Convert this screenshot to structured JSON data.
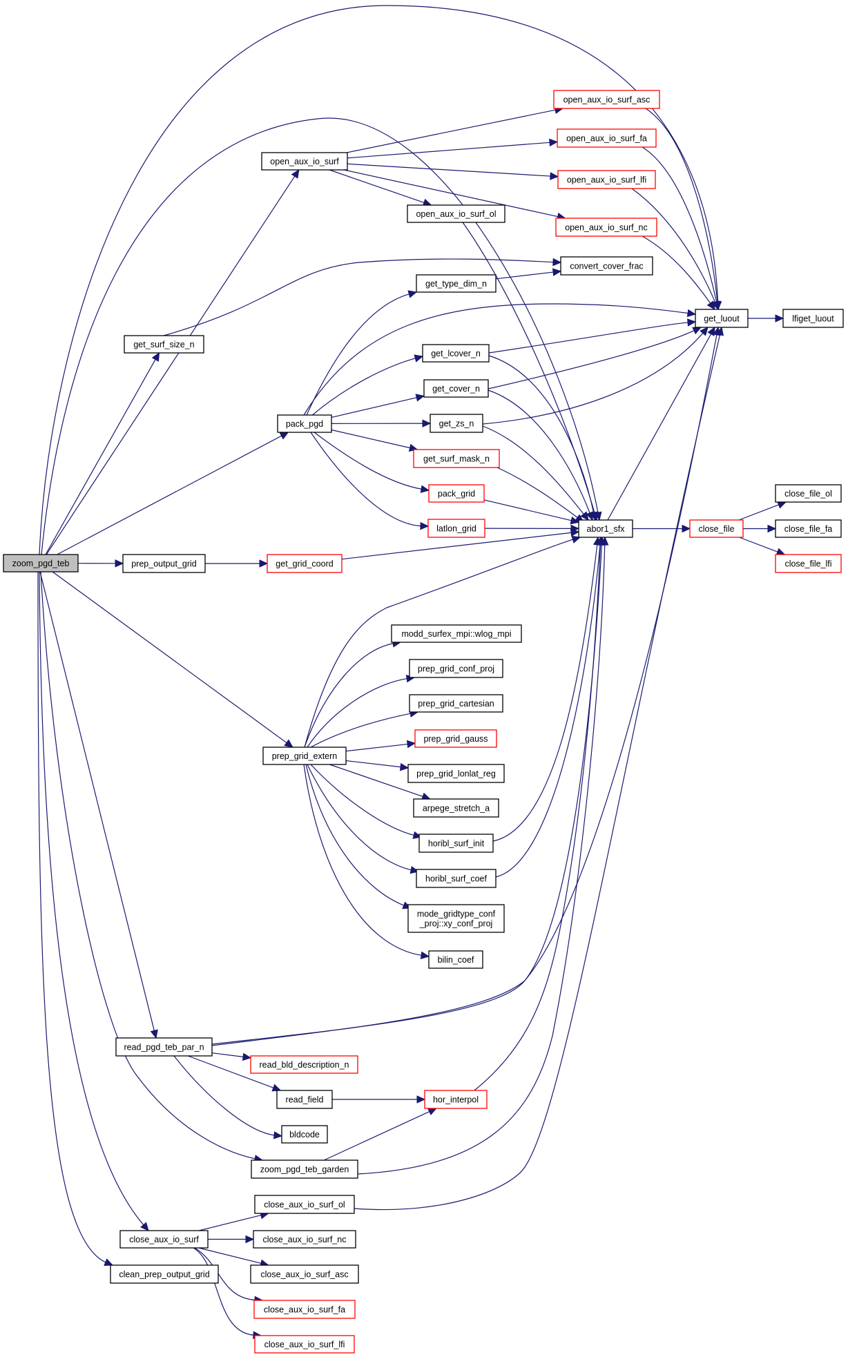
{
  "diagram": {
    "type": "call-graph",
    "root": "zoom_pgd_teb",
    "colors": {
      "edge": "#191970",
      "node_border": "#000000",
      "node_border_incomplete": "#ff0000",
      "root_fill": "#bfbfbf",
      "node_fill": "#ffffff"
    },
    "nodes": [
      {
        "id": "zoom_pgd_teb",
        "label": "zoom_pgd_teb",
        "style": "root"
      },
      {
        "id": "open_aux_io_surf",
        "label": "open_aux_io_surf",
        "style": "normal"
      },
      {
        "id": "open_aux_io_surf_asc",
        "label": "open_aux_io_surf_asc",
        "style": "incomplete"
      },
      {
        "id": "open_aux_io_surf_fa",
        "label": "open_aux_io_surf_fa",
        "style": "incomplete"
      },
      {
        "id": "open_aux_io_surf_lfi",
        "label": "open_aux_io_surf_lfi",
        "style": "incomplete"
      },
      {
        "id": "open_aux_io_surf_nc",
        "label": "open_aux_io_surf_nc",
        "style": "incomplete"
      },
      {
        "id": "open_aux_io_surf_ol",
        "label": "open_aux_io_surf_ol",
        "style": "normal"
      },
      {
        "id": "convert_cover_frac",
        "label": "convert_cover_frac",
        "style": "normal"
      },
      {
        "id": "get_type_dim_n",
        "label": "get_type_dim_n",
        "style": "normal"
      },
      {
        "id": "get_luout",
        "label": "get_luout",
        "style": "normal"
      },
      {
        "id": "lfiget_luout",
        "label": "lfiget_luout",
        "style": "normal"
      },
      {
        "id": "get_surf_size_n",
        "label": "get_surf_size_n",
        "style": "normal"
      },
      {
        "id": "get_lcover_n",
        "label": "get_lcover_n",
        "style": "normal"
      },
      {
        "id": "get_cover_n",
        "label": "get_cover_n",
        "style": "normal"
      },
      {
        "id": "pack_pgd",
        "label": "pack_pgd",
        "style": "normal"
      },
      {
        "id": "get_zs_n",
        "label": "get_zs_n",
        "style": "normal"
      },
      {
        "id": "get_surf_mask_n",
        "label": "get_surf_mask_n",
        "style": "incomplete"
      },
      {
        "id": "pack_grid",
        "label": "pack_grid",
        "style": "incomplete"
      },
      {
        "id": "latlon_grid",
        "label": "latlon_grid",
        "style": "incomplete"
      },
      {
        "id": "abor1_sfx",
        "label": "abor1_sfx",
        "style": "normal"
      },
      {
        "id": "close_file",
        "label": "close_file",
        "style": "incomplete"
      },
      {
        "id": "close_file_ol",
        "label": "close_file_ol",
        "style": "normal"
      },
      {
        "id": "close_file_fa",
        "label": "close_file_fa",
        "style": "normal"
      },
      {
        "id": "close_file_lfi",
        "label": "close_file_lfi",
        "style": "incomplete"
      },
      {
        "id": "prep_output_grid",
        "label": "prep_output_grid",
        "style": "normal"
      },
      {
        "id": "get_grid_coord",
        "label": "get_grid_coord",
        "style": "incomplete"
      },
      {
        "id": "wlog_mpi",
        "label": "modd_surfex_mpi::wlog_mpi",
        "style": "normal"
      },
      {
        "id": "prep_grid_conf_proj",
        "label": "prep_grid_conf_proj",
        "style": "normal"
      },
      {
        "id": "prep_grid_cartesian",
        "label": "prep_grid_cartesian",
        "style": "normal"
      },
      {
        "id": "prep_grid_gauss",
        "label": "prep_grid_gauss",
        "style": "incomplete"
      },
      {
        "id": "prep_grid_extern",
        "label": "prep_grid_extern",
        "style": "normal"
      },
      {
        "id": "prep_grid_lonlat_reg",
        "label": "prep_grid_lonlat_reg",
        "style": "normal"
      },
      {
        "id": "arpege_stretch_a",
        "label": "arpege_stretch_a",
        "style": "normal"
      },
      {
        "id": "horibl_surf_init",
        "label": "horibl_surf_init",
        "style": "normal"
      },
      {
        "id": "horibl_surf_coef",
        "label": "horibl_surf_coef",
        "style": "normal"
      },
      {
        "id": "xy_conf_proj",
        "label": "mode_gridtype_conf\n_proj::xy_conf_proj",
        "style": "normal"
      },
      {
        "id": "bilin_coef",
        "label": "bilin_coef",
        "style": "normal"
      },
      {
        "id": "read_pgd_teb_par_n",
        "label": "read_pgd_teb_par_n",
        "style": "normal"
      },
      {
        "id": "read_bld_description_n",
        "label": "read_bld_description_n",
        "style": "incomplete"
      },
      {
        "id": "read_field",
        "label": "read_field",
        "style": "normal"
      },
      {
        "id": "hor_interpol",
        "label": "hor_interpol",
        "style": "incomplete"
      },
      {
        "id": "bldcode",
        "label": "bldcode",
        "style": "normal"
      },
      {
        "id": "zoom_pgd_teb_garden",
        "label": "zoom_pgd_teb_garden",
        "style": "normal"
      },
      {
        "id": "close_aux_io_surf_ol",
        "label": "close_aux_io_surf_ol",
        "style": "normal"
      },
      {
        "id": "close_aux_io_surf",
        "label": "close_aux_io_surf",
        "style": "normal"
      },
      {
        "id": "close_aux_io_surf_nc",
        "label": "close_aux_io_surf_nc",
        "style": "normal"
      },
      {
        "id": "clean_prep_output_grid",
        "label": "clean_prep_output_grid",
        "style": "normal"
      },
      {
        "id": "close_aux_io_surf_asc",
        "label": "close_aux_io_surf_asc",
        "style": "normal"
      },
      {
        "id": "close_aux_io_surf_fa",
        "label": "close_aux_io_surf_fa",
        "style": "incomplete"
      },
      {
        "id": "close_aux_io_surf_lfi",
        "label": "close_aux_io_surf_lfi",
        "style": "incomplete"
      }
    ],
    "edges": [
      [
        "zoom_pgd_teb",
        "get_luout"
      ],
      [
        "zoom_pgd_teb",
        "abor1_sfx"
      ],
      [
        "zoom_pgd_teb",
        "open_aux_io_surf"
      ],
      [
        "zoom_pgd_teb",
        "get_surf_size_n"
      ],
      [
        "zoom_pgd_teb",
        "pack_pgd"
      ],
      [
        "zoom_pgd_teb",
        "prep_output_grid"
      ],
      [
        "zoom_pgd_teb",
        "prep_grid_extern"
      ],
      [
        "zoom_pgd_teb",
        "read_pgd_teb_par_n"
      ],
      [
        "zoom_pgd_teb",
        "zoom_pgd_teb_garden"
      ],
      [
        "zoom_pgd_teb",
        "close_aux_io_surf"
      ],
      [
        "zoom_pgd_teb",
        "clean_prep_output_grid"
      ],
      [
        "open_aux_io_surf",
        "open_aux_io_surf_asc"
      ],
      [
        "open_aux_io_surf",
        "open_aux_io_surf_fa"
      ],
      [
        "open_aux_io_surf",
        "open_aux_io_surf_lfi"
      ],
      [
        "open_aux_io_surf",
        "open_aux_io_surf_nc"
      ],
      [
        "open_aux_io_surf",
        "open_aux_io_surf_ol"
      ],
      [
        "open_aux_io_surf_asc",
        "get_luout"
      ],
      [
        "open_aux_io_surf_fa",
        "get_luout"
      ],
      [
        "open_aux_io_surf_lfi",
        "get_luout"
      ],
      [
        "open_aux_io_surf_nc",
        "get_luout"
      ],
      [
        "open_aux_io_surf_ol",
        "abor1_sfx"
      ],
      [
        "get_surf_size_n",
        "convert_cover_frac"
      ],
      [
        "get_type_dim_n",
        "convert_cover_frac"
      ],
      [
        "pack_pgd",
        "get_type_dim_n"
      ],
      [
        "pack_pgd",
        "get_luout"
      ],
      [
        "pack_pgd",
        "get_lcover_n"
      ],
      [
        "pack_pgd",
        "get_cover_n"
      ],
      [
        "pack_pgd",
        "get_zs_n"
      ],
      [
        "pack_pgd",
        "get_surf_mask_n"
      ],
      [
        "pack_pgd",
        "pack_grid"
      ],
      [
        "pack_pgd",
        "latlon_grid"
      ],
      [
        "get_lcover_n",
        "get_luout"
      ],
      [
        "get_lcover_n",
        "abor1_sfx"
      ],
      [
        "get_cover_n",
        "get_luout"
      ],
      [
        "get_cover_n",
        "abor1_sfx"
      ],
      [
        "get_zs_n",
        "get_luout"
      ],
      [
        "get_zs_n",
        "abor1_sfx"
      ],
      [
        "get_surf_mask_n",
        "abor1_sfx"
      ],
      [
        "pack_grid",
        "abor1_sfx"
      ],
      [
        "latlon_grid",
        "abor1_sfx"
      ],
      [
        "get_luout",
        "lfiget_luout"
      ],
      [
        "abor1_sfx",
        "get_luout"
      ],
      [
        "abor1_sfx",
        "close_file"
      ],
      [
        "close_file",
        "close_file_ol"
      ],
      [
        "close_file",
        "close_file_fa"
      ],
      [
        "close_file",
        "close_file_lfi"
      ],
      [
        "prep_output_grid",
        "get_grid_coord"
      ],
      [
        "get_grid_coord",
        "abor1_sfx"
      ],
      [
        "prep_grid_extern",
        "abor1_sfx"
      ],
      [
        "prep_grid_extern",
        "wlog_mpi"
      ],
      [
        "prep_grid_extern",
        "prep_grid_conf_proj"
      ],
      [
        "prep_grid_extern",
        "prep_grid_cartesian"
      ],
      [
        "prep_grid_extern",
        "prep_grid_gauss"
      ],
      [
        "prep_grid_extern",
        "prep_grid_lonlat_reg"
      ],
      [
        "prep_grid_extern",
        "arpege_stretch_a"
      ],
      [
        "prep_grid_extern",
        "horibl_surf_init"
      ],
      [
        "prep_grid_extern",
        "horibl_surf_coef"
      ],
      [
        "prep_grid_extern",
        "xy_conf_proj"
      ],
      [
        "prep_grid_extern",
        "bilin_coef"
      ],
      [
        "horibl_surf_init",
        "abor1_sfx"
      ],
      [
        "horibl_surf_coef",
        "abor1_sfx"
      ],
      [
        "read_pgd_teb_par_n",
        "abor1_sfx"
      ],
      [
        "read_pgd_teb_par_n",
        "get_luout"
      ],
      [
        "read_pgd_teb_par_n",
        "read_bld_description_n"
      ],
      [
        "read_pgd_teb_par_n",
        "read_field"
      ],
      [
        "read_pgd_teb_par_n",
        "bldcode"
      ],
      [
        "read_field",
        "hor_interpol"
      ],
      [
        "hor_interpol",
        "abor1_sfx"
      ],
      [
        "zoom_pgd_teb_garden",
        "hor_interpol"
      ],
      [
        "zoom_pgd_teb_garden",
        "abor1_sfx"
      ],
      [
        "close_aux_io_surf",
        "close_aux_io_surf_ol"
      ],
      [
        "close_aux_io_surf",
        "close_aux_io_surf_nc"
      ],
      [
        "close_aux_io_surf",
        "close_aux_io_surf_asc"
      ],
      [
        "close_aux_io_surf",
        "close_aux_io_surf_fa"
      ],
      [
        "close_aux_io_surf",
        "close_aux_io_surf_lfi"
      ],
      [
        "close_aux_io_surf_ol",
        "get_luout"
      ]
    ]
  }
}
